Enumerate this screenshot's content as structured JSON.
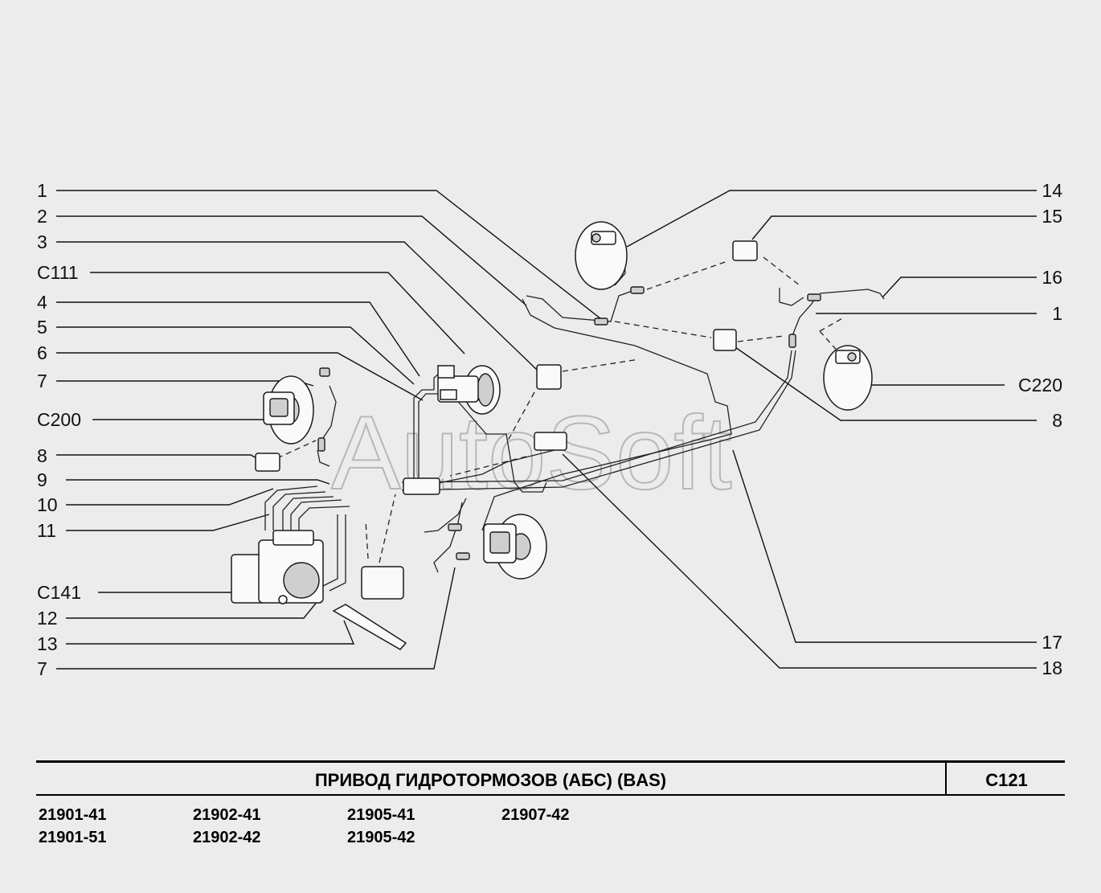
{
  "watermark": "AutoSoft",
  "callouts": {
    "l1": "1",
    "l2": "2",
    "l3": "3",
    "l4": "C111",
    "l5": "4",
    "l6": "5",
    "l7": "6",
    "l8": "7",
    "l9": "C200",
    "l10": "8",
    "l11": "9",
    "l12": "10",
    "l13": "11",
    "l14": "C141",
    "l15": "12",
    "l16": "13",
    "l17": "7",
    "r1": "14",
    "r2": "15",
    "r3": "16",
    "r4": "1",
    "r5": "C220",
    "r6": "8",
    "r7": "17",
    "r8": "18"
  },
  "footer": {
    "title": "ПРИВОД  ГИДРОТОРМОЗОВ  (АБС)  (BAS)",
    "code": "C121",
    "models": [
      "21901-41",
      "21902-41",
      "21905-41",
      "21907-42",
      "21901-51",
      "21902-42",
      "21905-42"
    ]
  }
}
